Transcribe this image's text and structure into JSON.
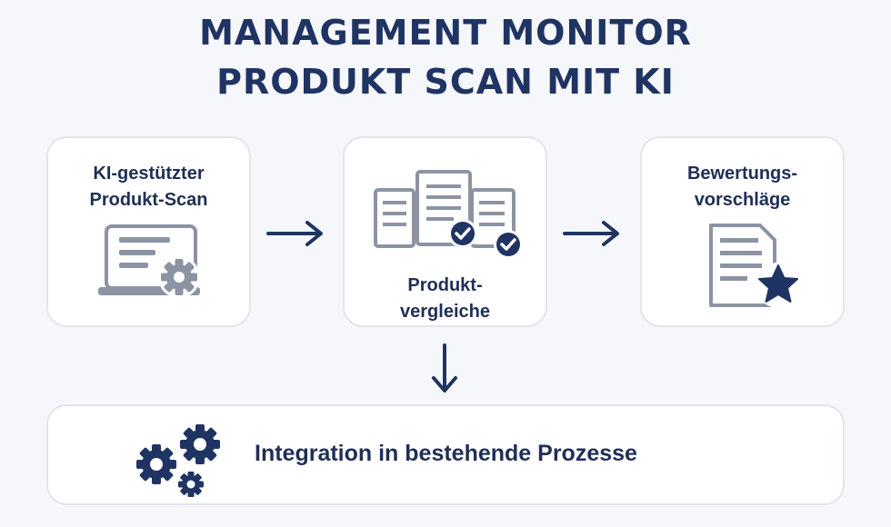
{
  "header": {
    "title_line1": "MANAGEMENT MONITOR",
    "title_line2": "PRODUKT SCAN MIT KI"
  },
  "cards": [
    {
      "line1": "KI-gestützter",
      "line2": "Produkt-Scan",
      "icon": "laptop-gear-icon"
    },
    {
      "line1": "Produkt-",
      "line2": "vergleiche",
      "icon": "documents-checkmark-icon"
    },
    {
      "line1": "Bewertungs-",
      "line2": "vorschläge",
      "icon": "document-star-icon"
    }
  ],
  "bottom": {
    "label": "Integration in bestehende Prozesse",
    "icon": "gears-icon"
  },
  "colors": {
    "navy": "#1f3462",
    "gray": "#8c94a3",
    "card_border": "#e3e5ec",
    "background": "#f6f7fb"
  }
}
